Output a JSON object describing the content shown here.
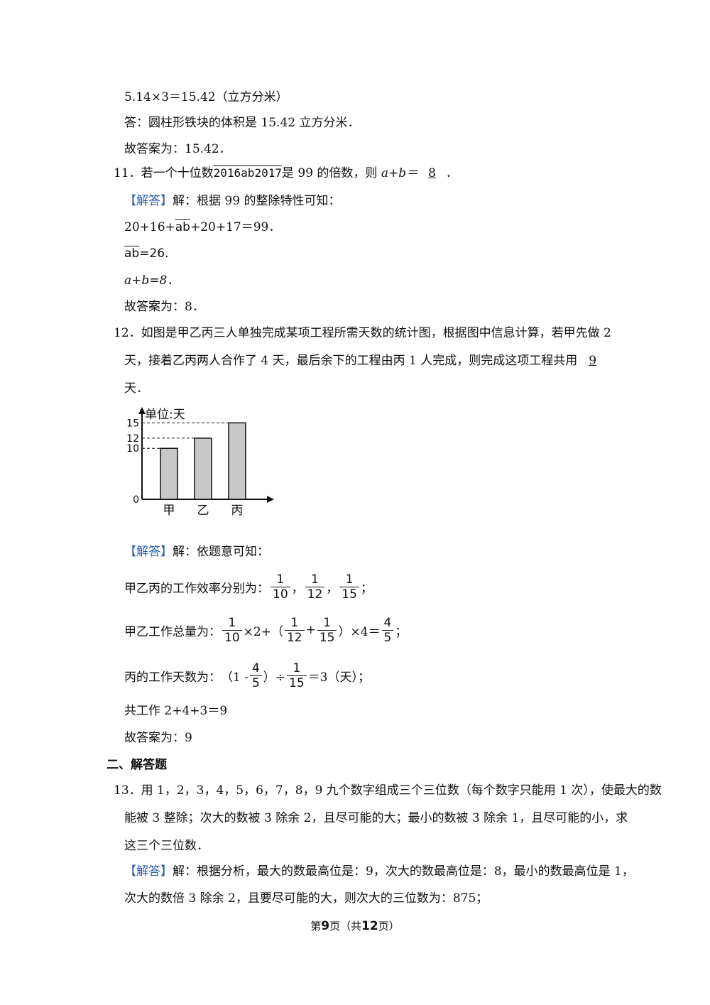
{
  "lines": {
    "l1": "5.14×3＝15.42（立方分米）",
    "l2": "答：圆柱形铁块的体积是 15.42 立方分米．",
    "l3": "故答案为：15.42．",
    "q11_prefix": "11．若一个十位数",
    "q11_number": "2016ab2017",
    "q11_mid": "是 99 的倍数，则 ",
    "q11_expr": "a+b＝",
    "q11_answer": "8",
    "q11_end": "．",
    "a11_tag": "【解答】",
    "a11_text": "解：根据 99 的整除特性可知：",
    "a11_l1_a": "20+16+",
    "a11_l1_ab": "ab",
    "a11_l1_b": "+20+17＝99．",
    "a11_l2_ab": "ab",
    "a11_l2_b": "=26.",
    "a11_l3": "a+b=8．",
    "a11_l4": "故答案为：8．",
    "q12_l1": "12．如图是甲乙丙三人单独完成某项工程所需天数的统计图，根据图中信息计算，若甲先做 2",
    "q12_l2_a": "天，接着乙丙两人合作了 4 天，最后余下的工程由丙 1 人完成，则完成这项工程共用",
    "q12_answer": "9",
    "q12_l3": "天．",
    "a12_tag": "【解答】",
    "a12_text": "解：依题意可知：",
    "a12_eff_label": "甲乙丙的工作效率分别为：",
    "a12_total_label": "甲乙工作总量为：",
    "a12_days_label": "丙的工作天数为：",
    "a12_sum": "共工作 2+4+3＝9",
    "a12_answer": "故答案为：9",
    "section2": "二、解答题",
    "q13_l1": "13．用 1，2，3，4，5，6，7，8，9 九个数字组成三个三位数（每个数字只能用 1 次），使最大的数",
    "q13_l2": "能被 3 整除；次大的数被 3 除余 2，且尽可能的大；最小的数被 3 除余 1，且尽可能的小，求",
    "q13_l3": "这三个三位数．",
    "a13_tag": "【解答】",
    "a13_l1": "解：根据分析，最大的数最高位是：9，次大的数最高位是：8，最小的数最高位是 1，",
    "a13_l2": "次大的数倍 3 除余 2，且要尽可能的大，则次大的三位数为：875；"
  },
  "fractions": {
    "f_1_10": {
      "num": "1",
      "den": "10"
    },
    "f_1_12": {
      "num": "1",
      "den": "12"
    },
    "f_1_15": {
      "num": "1",
      "den": "15"
    },
    "f_4_5": {
      "num": "4",
      "den": "5"
    },
    "sep": "，",
    "end": "；",
    "times2": "×2+（",
    "plus": "+",
    "close_times4": "）×4＝",
    "paren_open": "（1 - ",
    "paren_close": "）÷",
    "eq3": "＝3（天）；"
  },
  "chart_data": {
    "type": "bar",
    "title": "单位:天",
    "categories": [
      "甲",
      "乙",
      "丙"
    ],
    "values": [
      10,
      12,
      15
    ],
    "ytick_labels": [
      "0",
      "10",
      "12",
      "15"
    ],
    "ylim": [
      0,
      17
    ]
  },
  "footer": {
    "pre": "第",
    "page": "9",
    "mid": "页（共",
    "total": "12",
    "post": "页）"
  }
}
